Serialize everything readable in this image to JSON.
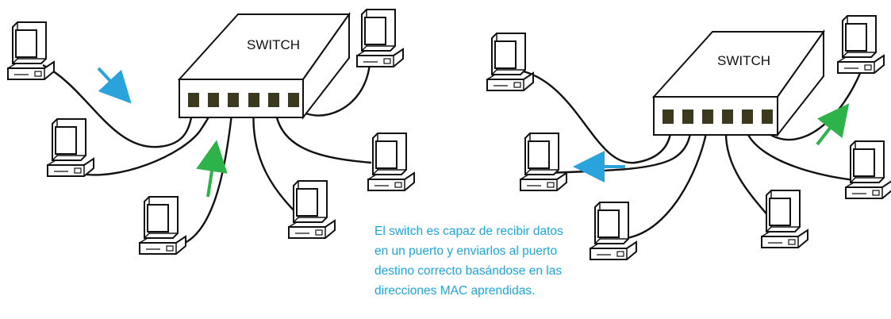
{
  "diagrams": {
    "left": {
      "switch_label": "SWITCH"
    },
    "right": {
      "switch_label": "SWITCH"
    }
  },
  "caption": {
    "lines": [
      "El switch es capaz de recibir datos",
      "en un puerto y enviarlos al puerto",
      "destino correcto basándose en las",
      "direcciones MAC aprendidas."
    ]
  },
  "colors": {
    "outline": "#111111",
    "port": "#3b3a1e",
    "arrow_blue": "#2aa3dc",
    "arrow_green": "#2db34a",
    "caption": "#1da6dd"
  }
}
